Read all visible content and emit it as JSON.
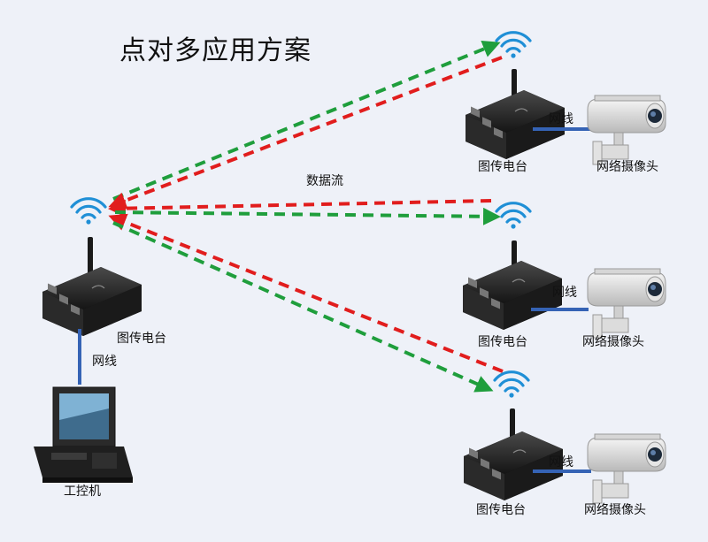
{
  "title": "点对多应用方案",
  "data_flow_label": "数据流",
  "host": {
    "radio_label": "图传电台",
    "cable_label": "网线",
    "pc_label": "工控机"
  },
  "remotes": [
    {
      "radio_label": "图传电台",
      "cable_label": "网线",
      "camera_label": "网络摄像头"
    },
    {
      "radio_label": "图传电台",
      "cable_label": "网线",
      "camera_label": "网络摄像头"
    },
    {
      "radio_label": "图传电台",
      "cable_label": "网线",
      "camera_label": "网络摄像头"
    }
  ],
  "colors": {
    "background": "#eef1f8",
    "uplink": "#1f9e3c",
    "downlink": "#e11d1d",
    "wifi": "#1f8fd6",
    "cable": "#3563b5",
    "device": "#2b2b2b"
  }
}
